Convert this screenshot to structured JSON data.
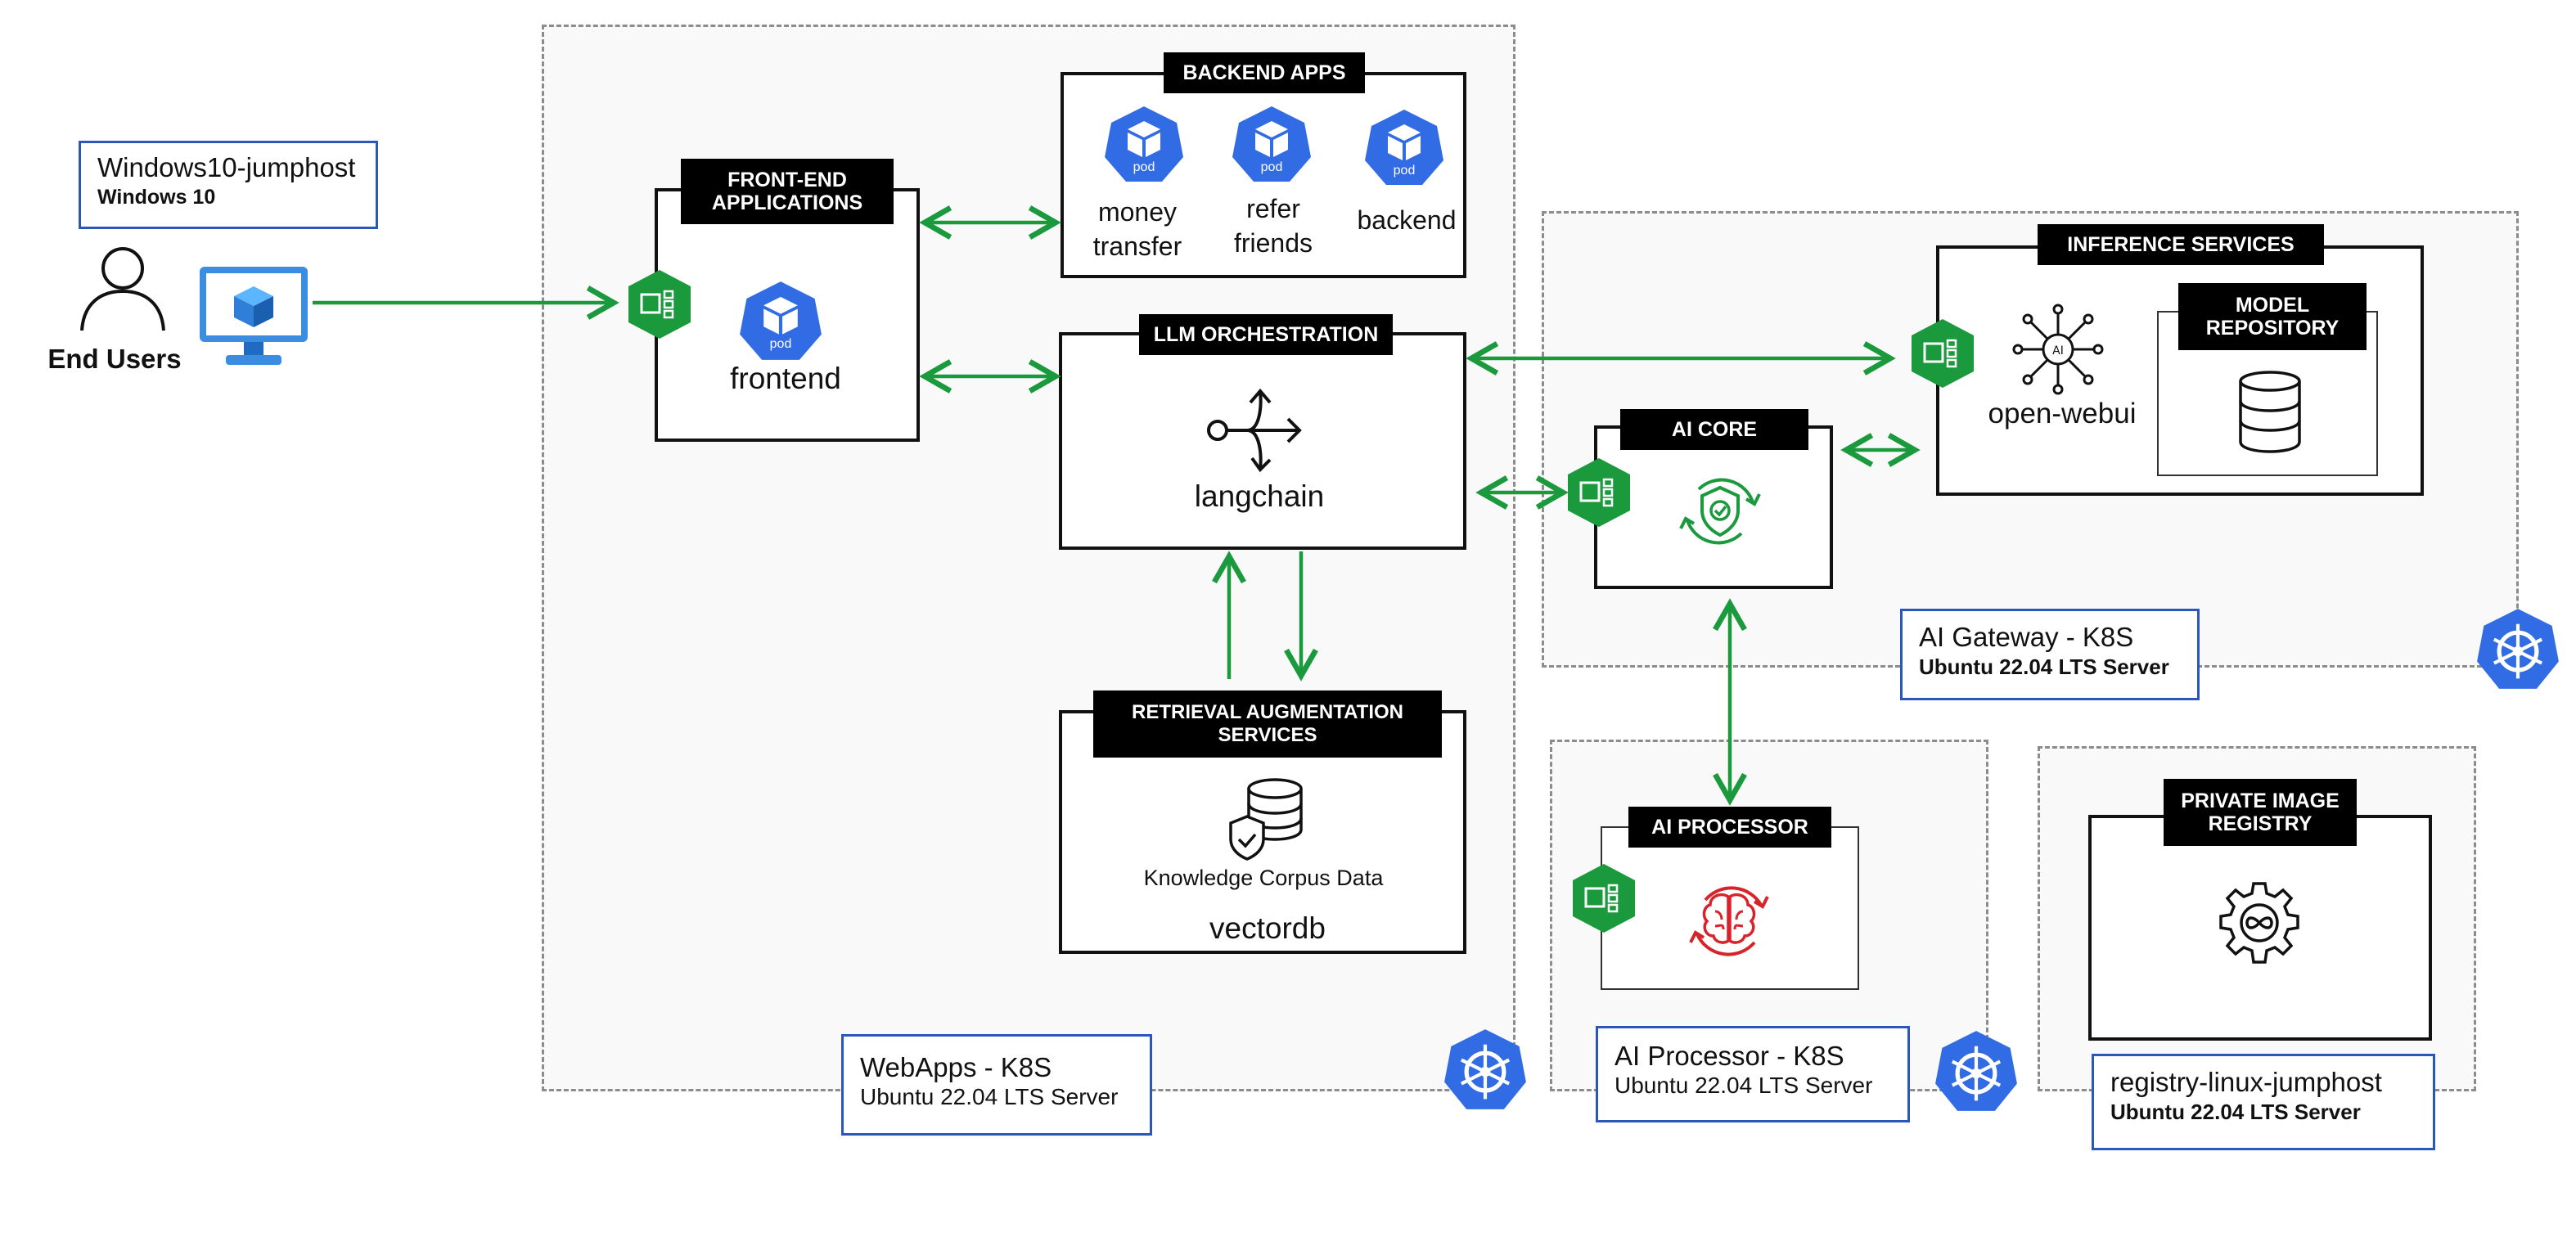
{
  "jumphost": {
    "title": "Windows10-jumphost",
    "subtitle": "Windows 10"
  },
  "end_users": {
    "label": "End Users"
  },
  "webapps_zone": {
    "title": "WebApps - K8S",
    "subtitle": "Ubuntu 22.04 LTS Server"
  },
  "frontend": {
    "tag": "FRONT-END\nAPPLICATIONS",
    "pod_label": "pod",
    "name": "frontend"
  },
  "backend_apps": {
    "tag": "BACKEND APPS",
    "pods": [
      {
        "pod_label": "pod",
        "name": "money\ntransfer"
      },
      {
        "pod_label": "pod",
        "name": "refer\nfriends"
      },
      {
        "pod_label": "pod",
        "name": "backend"
      }
    ]
  },
  "llm_orchestration": {
    "tag": "LLM ORCHESTRATION",
    "name": "langchain"
  },
  "retrieval": {
    "tag": "RETRIEVAL AUGMENTATION\nSERVICES",
    "caption": "Knowledge Corpus Data",
    "name": "vectordb"
  },
  "ai_gateway_zone": {
    "title": "AI Gateway - K8S",
    "subtitle": "Ubuntu 22.04 LTS Server"
  },
  "inference": {
    "tag": "INFERENCE SERVICES",
    "name": "open-webui"
  },
  "model_repo": {
    "tag": "MODEL\nREPOSITORY"
  },
  "ai_core": {
    "tag": "AI CORE"
  },
  "ai_processor_zone": {
    "title": "AI Processor - K8S",
    "subtitle": "Ubuntu 22.04 LTS Server"
  },
  "ai_processor": {
    "tag": "AI PROCESSOR"
  },
  "registry_zone": {
    "title": "registry-linux-jumphost",
    "subtitle": "Ubuntu 22.04 LTS Server"
  },
  "private_registry": {
    "tag": "PRIVATE IMAGE\nREGISTRY"
  },
  "colors": {
    "green": "#1a9a3c",
    "blue_pod": "#326ce5",
    "label_border": "#2a57b8",
    "red_icon": "#d8232a",
    "k8s_blue": "#326ce5"
  },
  "icons": [
    "user-icon",
    "monitor-icon",
    "pod-icon",
    "k8s-icon",
    "ingress-icon",
    "ai-core-shield-icon",
    "brain-icon",
    "database-icon",
    "gear-icon",
    "langchain-icon",
    "db-shield-icon",
    "ai-network-icon"
  ]
}
